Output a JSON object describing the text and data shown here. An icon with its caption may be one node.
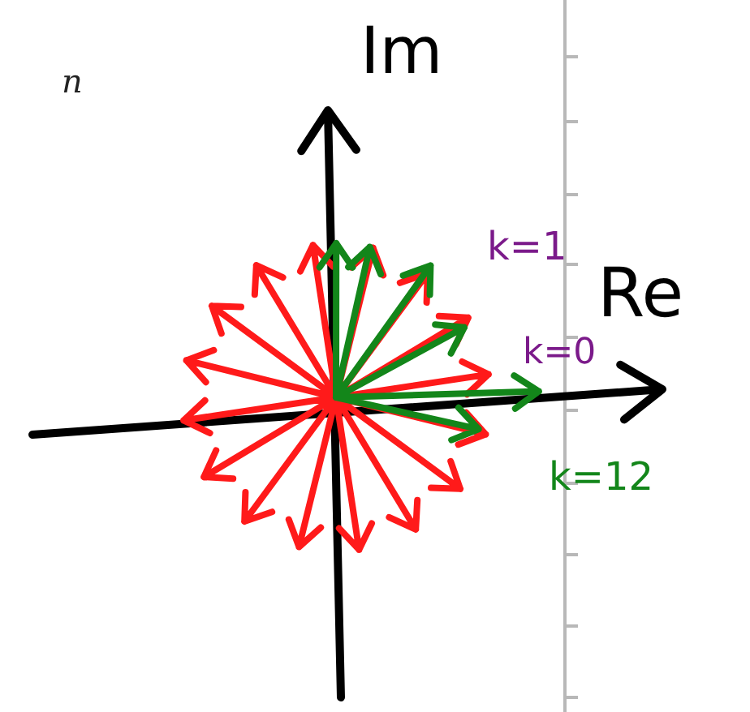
{
  "diagram": {
    "labels": [
      "n",
      "Im",
      "k=1",
      "Re",
      "k=0",
      "k=12"
    ]
  }
}
